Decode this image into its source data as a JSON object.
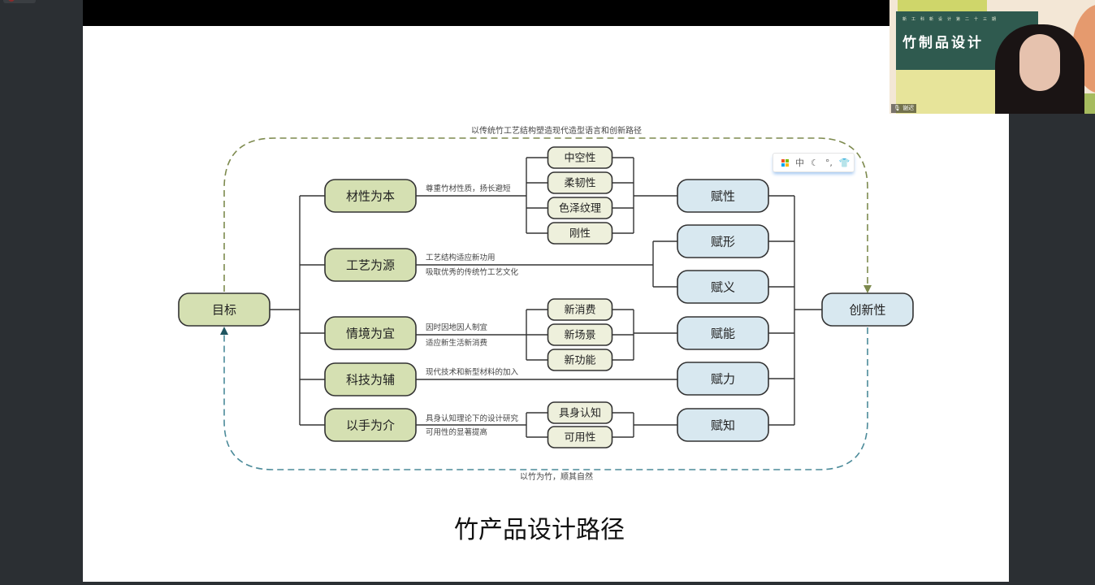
{
  "webcam": {
    "series": "新工科新设计第二十三期",
    "slide_title": "竹制品设计",
    "speaker_name": "谢迟"
  },
  "ime_toolbar": {
    "mode": "中",
    "icons": [
      "microsoft-logo-icon",
      "moon-icon",
      "punctuation-icon",
      "skin-icon"
    ]
  },
  "diagram": {
    "top_path_label": "以传统竹工艺结构塑造现代造型语言和创新路径",
    "bottom_path_label": "以竹为竹，顺其自然",
    "goal": "目标",
    "outcome": "创新性",
    "principles": [
      "材性为本",
      "工艺为源",
      "情境为宜",
      "科技为辅",
      "以手为介"
    ],
    "notes": {
      "p0": [
        "尊重竹材性质，扬长避短"
      ],
      "p1": [
        "工艺结构适应新功用",
        "吸取优秀的传统竹工艺文化"
      ],
      "p2": [
        "因时因地因人制宜",
        "适应新生活新消费"
      ],
      "p3": [
        "现代技术和新型材料的加入"
      ],
      "p4": [
        "具身认知理论下的设计研究",
        "可用性的显著提高"
      ]
    },
    "attributes": {
      "p0": [
        "中空性",
        "柔韧性",
        "色泽纹理",
        "刚性"
      ],
      "p2": [
        "新消费",
        "新场景",
        "新功能"
      ],
      "p4": [
        "具身认知",
        "可用性"
      ]
    },
    "endowments": [
      "赋性",
      "赋形",
      "赋义",
      "赋能",
      "赋力",
      "赋知"
    ],
    "colors": {
      "green_box": "#d5e0b2",
      "blue_box": "#d8e8f0",
      "small_box": "#eef0dc",
      "top_dash": "#7d8a4e",
      "bottom_dash": "#4b8a99"
    }
  },
  "slide_caption": "竹产品设计路径"
}
